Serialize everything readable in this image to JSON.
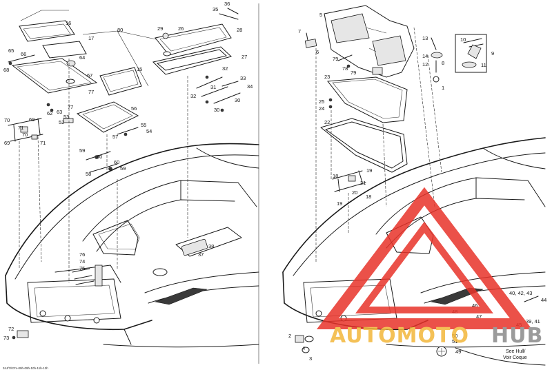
{
  "figure_code": "34J/7/07m-09h-09h-10h-11h-12h",
  "watermark": {
    "text_auto": "AUTOMOTO",
    "text_hub": "HUB",
    "color_red": "#e8332a",
    "color_yellow": "#f3b73a",
    "color_gray": "#8a8a8a"
  },
  "see_hull_note": {
    "line1": "See Hull/",
    "line2": "Voir Coque"
  },
  "callouts": {
    "c1": "1",
    "c2": "2",
    "c3": "3",
    "c4": "4",
    "c5": "5",
    "c6": "6",
    "c7": "7",
    "c8": "8",
    "c9": "9",
    "c10": "10",
    "c11": "11",
    "c12": "12",
    "c13": "13",
    "c14": "14",
    "c15": "15",
    "c16": "16",
    "c17": "17",
    "c18a": "18",
    "c18b": "18",
    "c19a": "19",
    "c19b": "19",
    "c20": "20",
    "c21": "21",
    "c22": "22",
    "c23": "23",
    "c24": "24",
    "c25": "25",
    "c26": "26",
    "c27": "27",
    "c28": "28",
    "c29": "29",
    "c30a": "30",
    "c30b": "30",
    "c31": "31",
    "c32a": "32",
    "c32b": "32",
    "c33": "33",
    "c34": "34",
    "c35": "35",
    "c36": "36",
    "c37": "37",
    "c38": "38",
    "c40": "40, 42, 43",
    "c39": "39, 41",
    "c44": "44",
    "c45": "45",
    "c46": "46",
    "c47": "47",
    "c48": "48",
    "c49": "49",
    "c50": "50",
    "c51": "51",
    "c52": "52",
    "c53": "53",
    "c54": "54",
    "c55": "55",
    "c56": "56",
    "c57": "57",
    "c58": "58",
    "c59a": "59",
    "c59b": "59",
    "c60a": "60",
    "c60b": "60",
    "c62": "62",
    "c63": "63",
    "c64": "64",
    "c65": "65",
    "c66": "66",
    "c67": "67",
    "c68": "68",
    "c69": "69",
    "c70a": "70",
    "c70b": "70",
    "c71a": "71",
    "c71b": "71",
    "c72": "72",
    "c73": "73",
    "c74": "74",
    "c75": "75",
    "c76": "76",
    "c77a": "77",
    "c77b": "77",
    "c78": "78",
    "c79a": "79",
    "c79b": "79",
    "c80": "80"
  }
}
